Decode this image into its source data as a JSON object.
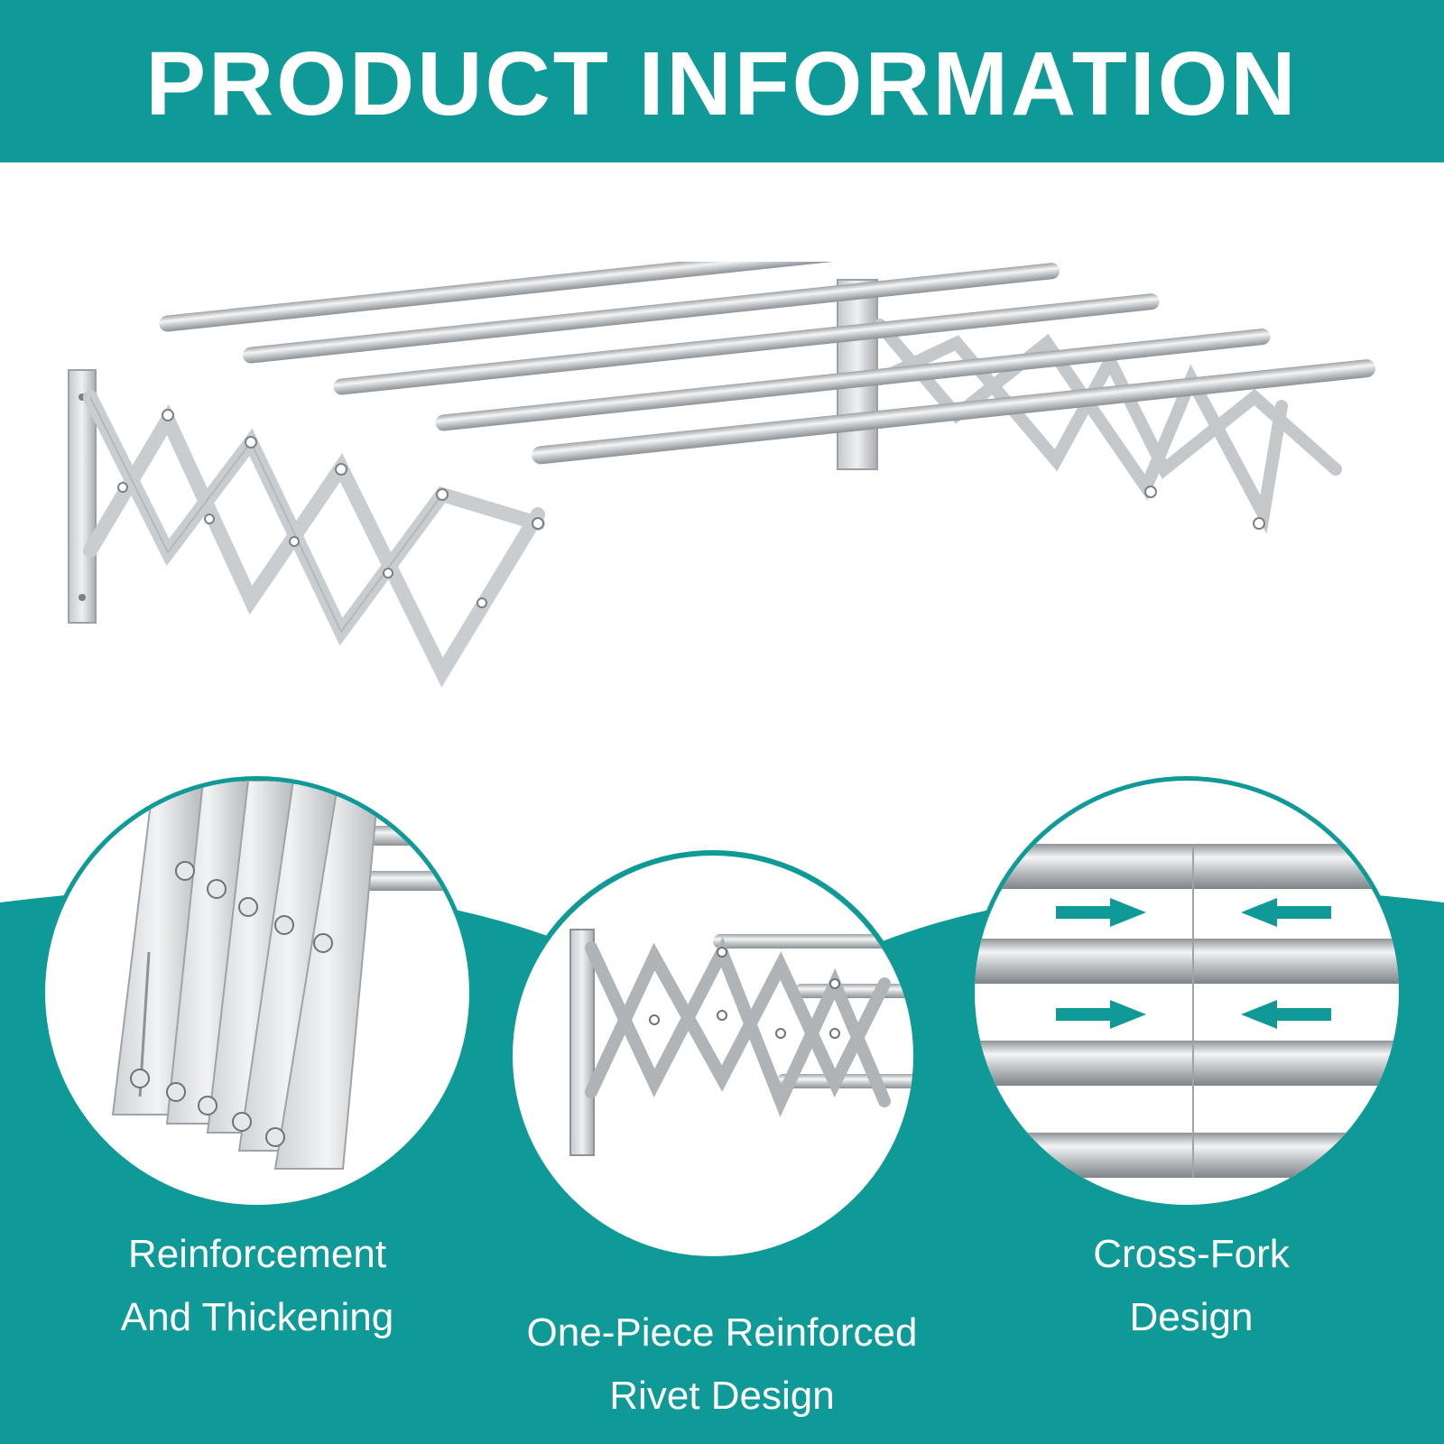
{
  "header": {
    "title": "PRODUCT INFORMATION"
  },
  "colors": {
    "teal": "#0f9a98",
    "steel": "#bfc3c6",
    "steel_dark": "#8d9296",
    "white": "#ffffff"
  },
  "features": [
    {
      "line1": "Reinforcement",
      "line2": "And Thickening"
    },
    {
      "line1": "One-Piece Reinforced",
      "line2": "Rivet Design"
    },
    {
      "line1": "Cross-Fork",
      "line2": "Design"
    }
  ]
}
